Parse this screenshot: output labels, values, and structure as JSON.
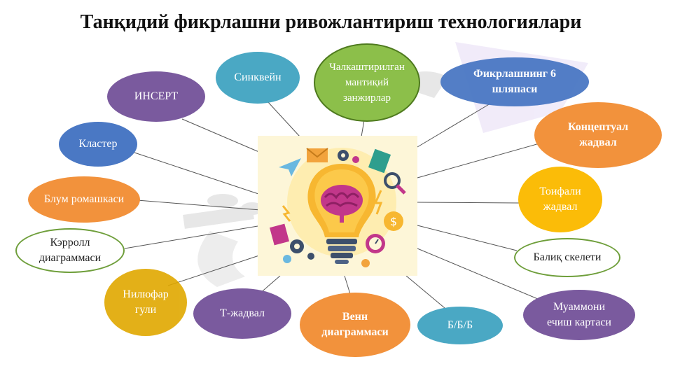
{
  "title": "Танқидий фикрлашни ривожлантириш технологиялари",
  "colors": {
    "purple": "#7a5a9e",
    "teal": "#4aa8c4",
    "olive": "#8cbf4a",
    "blue": "#4a78c4",
    "orange": "#f2923c",
    "yellow": "#fbbc08",
    "green_outline": "#6e9e3a",
    "lines": "#555555"
  },
  "nodes": {
    "sinkveyn": "Синквейн",
    "insert": "ИНСЕРТ",
    "mantiqiy": "Чалкаштирилган мантиқий занжирлар",
    "shlyapa": "Фикрлашнинг 6 шляпаси",
    "klaster": "Кластер",
    "konseptual": "Концептуал жадвал",
    "blum": "Блум ромашкаси",
    "toifali": "Тоифали жадвал",
    "kerroll": "Кэрролл диаграммаси",
    "baliq": "Балиқ скелети",
    "nilufar": "Нилюфар гули",
    "tjadval": "Т-жадвал",
    "venn": "Венн диаграммаси",
    "bbb": "Б/Б/Б",
    "muammo": "Муаммони ечиш картаси"
  }
}
